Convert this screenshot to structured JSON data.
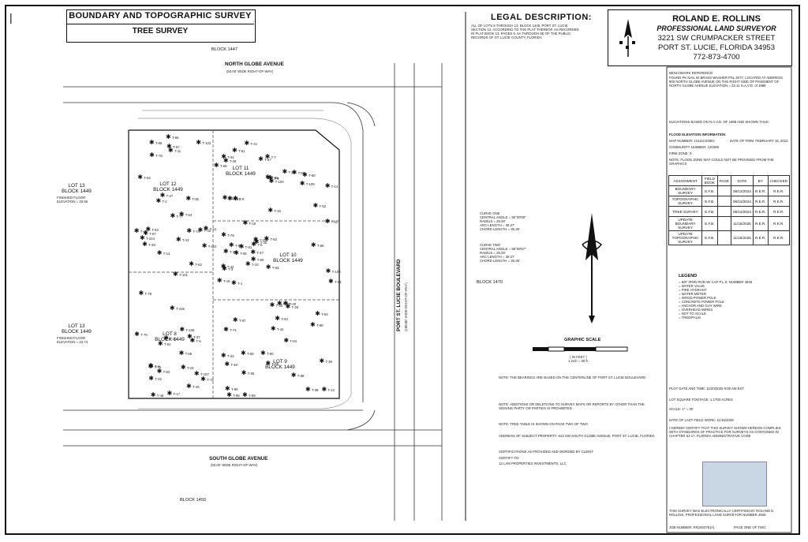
{
  "header": {
    "title": "BOUNDARY AND TOPOGRAPHIC SURVEY",
    "subtitle": "TREE SURVEY"
  },
  "legal": {
    "title": "LEGAL DESCRIPTION:",
    "text1": "ALL OF LOTS 8 THROUGH 13, BLOCK 1449, PORT ST. LUCIE",
    "text2": "SECTION 13, ACCORDING TO THE PLAT THEREOF, AS RECORDED",
    "text3": "IN PLAT BOOK 13, PAGES 6, 6A THROUGH 6E OF THE PUBLIC",
    "text4": "RECORDS OF ST. LUCIE COUNTY, FLORIDA"
  },
  "surveyor": {
    "name": "ROLAND E. ROLLINS",
    "subtitle": "PROFESSIONAL LAND SURVEYOR",
    "street": "3221 SW CRUMPACKER STREET",
    "city": "PORT ST. LUCIE, FLORIDA 34953",
    "phone": "772-873-4700"
  },
  "streets": {
    "north": "NORTH GLOBE AVENUE",
    "north_row": "(50.00' WIDE RIGHT-OF-WAY)",
    "south": "SOUTH GLOBE AVENUE",
    "south_row": "(50.00' WIDE RIGHT-OF-WAY)",
    "blvd": "PORT ST. LUCIE BOULEVARD",
    "blvd_row": "(100.00' WIDE RIGHT-OF-WAY)"
  },
  "blocks": {
    "b1447": "BLOCK 1447",
    "b1450": "BLOCK 1450",
    "b1470": "BLOCK 1470"
  },
  "lots": {
    "lot11": "LOT 11\nBLOCK 1449",
    "lot12": "LOT 12\nBLOCK 1449",
    "lot13n": "LOT 13\nBLOCK 1449",
    "lot10": "LOT 10\nBLOCK 1449",
    "lot8": "LOT 8\nBLOCK 1449",
    "lot9": "LOT 9\nBLOCK 1449",
    "lot13s": "LOT 13\nBLOCK 1449"
  },
  "notes": {
    "finished_floor_n": "FINISHED FLOOR ELEVATION = 20.56",
    "finished_floor_s": "FINISHED FLOOR ELEVATION = 23.74",
    "graphic_scale": "GRAPHIC SCALE",
    "scale_text": "( IN FEET )\n1 inch = 30 ft.",
    "bearing_note": "NOTE: THE BEARINGS ARE BASED ON THE CENTERLINE OF PORT ST. LUCIE BOULEVARD",
    "additions_note": "NOTE: ADDITIONS OR DELETIONS TO SURVEY MAPS OR REPORTS BY OTHER THAN THE SIGNING PARTY OR PARTIES IS PROHIBITED",
    "tree_note": "NOTE: TREE TABLE IS SHOWN ON PAGE TWO OF TWO",
    "address": "ADDRESS OF SUBJECT PROPERTY: 813 SW SOUTH GLOBE AVENUE, PORT ST. LUCIE, FLORIDA",
    "cert": "CERTIFICATIONS AS PROVIDED AND WORDED BY CLIENT",
    "certified": "CERTIFY TO:",
    "certified_to": "13 LAM PROPERTIES INVESTMENTS, LLC",
    "curve1": "CURVE ONE\nCENTRAL ANGLE = 90°00'00\"\nRADIUS = 25.00'\nARC LENGTH = 39.27'\nCHORD LENGTH = 35.36'",
    "curve2": "CURVE TWO\nCENTRAL ANGLE = 89°59'57\"\nRADIUS = 25.00'\nARC LENGTH = 39.27'\nCHORD LENGTH = 35.36'"
  },
  "benchmark": {
    "title": "BENCHMARK REFERENCE:",
    "text": "FOUND PK NAIL IN BRASS WASHER PSL 3077, LOCATED AT ADDRESS 803 NORTH GLOBE AVENUE ON THE RIGHT SIDE OF PAVEMENT OF NORTH GLOBE AVENUE ELEVATION = 22.11 N.A.V.D. of 1988",
    "elev": "ELEVATIONS BASED ON N.A.V.D. OF 1988 AND SHOWN THUS:",
    "flood_title": "FLOOD ELEVATION INFORMATION",
    "map_number": "MAP NUMBER: 12111C0380J",
    "community": "COMMUNITY NUMBER: 120285",
    "zone": "FIRM ZONE: X",
    "date": "DATE OF FIRM: FEBRUARY 16, 2012",
    "note": "NOTE: FLOOD ZONE MAY COULD NOT BE PROVIDED FROM THE GRAPHICS"
  },
  "table": {
    "headers": [
      "ASSIGNMENT",
      "FIELD BOOK",
      "PAGE",
      "DATE",
      "BY",
      "CHECKED"
    ],
    "rows": [
      [
        "BOUNDARY SURVEY",
        "E.F.B.",
        "",
        "08/13/2024",
        "R.E.R.",
        "R.E.R."
      ],
      [
        "TOPOGRAPHIC SURVEY",
        "E.F.B.",
        "",
        "08/13/2024",
        "R.E.R.",
        "R.E.R."
      ],
      [
        "TREE SURVEY",
        "E.F.B.",
        "",
        "08/13/2024",
        "R.E.R.",
        "R.E.R."
      ],
      [
        "UPDATE BOUNDARY SURVEY",
        "E.F.B.",
        "",
        "11/15/2025",
        "R.E.R.",
        "R.E.R."
      ],
      [
        "UPDATE TOPOGRAPHIC SURVEY",
        "E.F.B.",
        "",
        "11/15/2025",
        "R.E.R.",
        "R.E.R."
      ]
    ]
  },
  "legend": {
    "title": "LEGEND",
    "items": [
      "= 5/8\" IRON ROD W/ CAP P.L.S. NUMBER 4845",
      "= WATER VALVE",
      "= FIRE HYDRANT",
      "= WATER METER",
      "= WOOD POWER POLE",
      "= CONCRETE POWER POLE",
      "= ANCHOR AND GUY WIRE",
      "= OVERHEAD WIRES",
      "= NOT TO SCALE",
      "= TREE/PALM"
    ]
  },
  "plot": {
    "date": "PLOT DATE AND TIME: 11/20/2025 9:00 AM EST",
    "footage": "LOT SQUARE FOOTAGE: 1.1793 ACRES",
    "scale": "SCALE: 1\" = 30'",
    "last_field": "DATE OF LAST FIELD WORK: 11/15/2025",
    "certify": "I HEREBY CERTIFY THAT THIS SURVEY SHOWN HEREON COMPLIES WITH STANDARDS OF PRACTICE FOR SURVEYS AS CONTAINED IN CHAPTER 5J-17, FLORIDA ADMINISTRATIVE CODE",
    "electronic": "THIS SURVEY WAS ELECTRONICALLY CERTIFIED BY ROLAND E. ROLLINS, PROFESSIONAL LAND SURVEYOR NUMBER 4845",
    "job": "JOB NUMBER: RR24037E(A)",
    "page": "PAGE ONE OF TWO"
  },
  "trees": [
    "T-1",
    "T-2",
    "T-3",
    "T-4",
    "T-5",
    "T-6",
    "T-7",
    "T-8",
    "T-9",
    "T-10",
    "T-11",
    "T-12",
    "T-13",
    "T-14",
    "T-15",
    "T-16",
    "T-17",
    "T-18",
    "T-19",
    "T-20",
    "T-21",
    "T-22",
    "T-23",
    "T-24",
    "T-25",
    "T-26",
    "T-27",
    "T-28",
    "T-29",
    "T-30",
    "T-31",
    "T-32",
    "T-33",
    "T-34",
    "T-35",
    "T-36",
    "T-37",
    "T-38",
    "T-39",
    "T-40",
    "T-41",
    "T-42",
    "T-43",
    "T-44",
    "T-45",
    "T-46",
    "T-47",
    "T-48",
    "T-49",
    "T-50",
    "T-51",
    "T-52",
    "T-53",
    "T-54",
    "T-55",
    "T-56",
    "T-57",
    "T-58",
    "T-59",
    "T-60",
    "T-61",
    "T-62",
    "T-63",
    "T-64",
    "T-65",
    "T-66",
    "T-67",
    "T-68",
    "T-69",
    "T-70",
    "T-71",
    "T-72",
    "T-73",
    "T-74",
    "T-75",
    "T-76",
    "T-77",
    "T-78",
    "T-79",
    "T-80",
    "T-81",
    "T-82",
    "T-83",
    "T-84",
    "T-85",
    "T-86",
    "T-87",
    "T-88",
    "T-89",
    "T-90",
    "T-91",
    "T-92",
    "T-93",
    "T-94",
    "T-95",
    "T-96",
    "T-97",
    "T-98",
    "T-99",
    "T-100",
    "T-101",
    "T-102",
    "T-103",
    "T-104",
    "T-105",
    "T-106",
    "T-107",
    "T-108",
    "T-109",
    "T-110"
  ]
}
